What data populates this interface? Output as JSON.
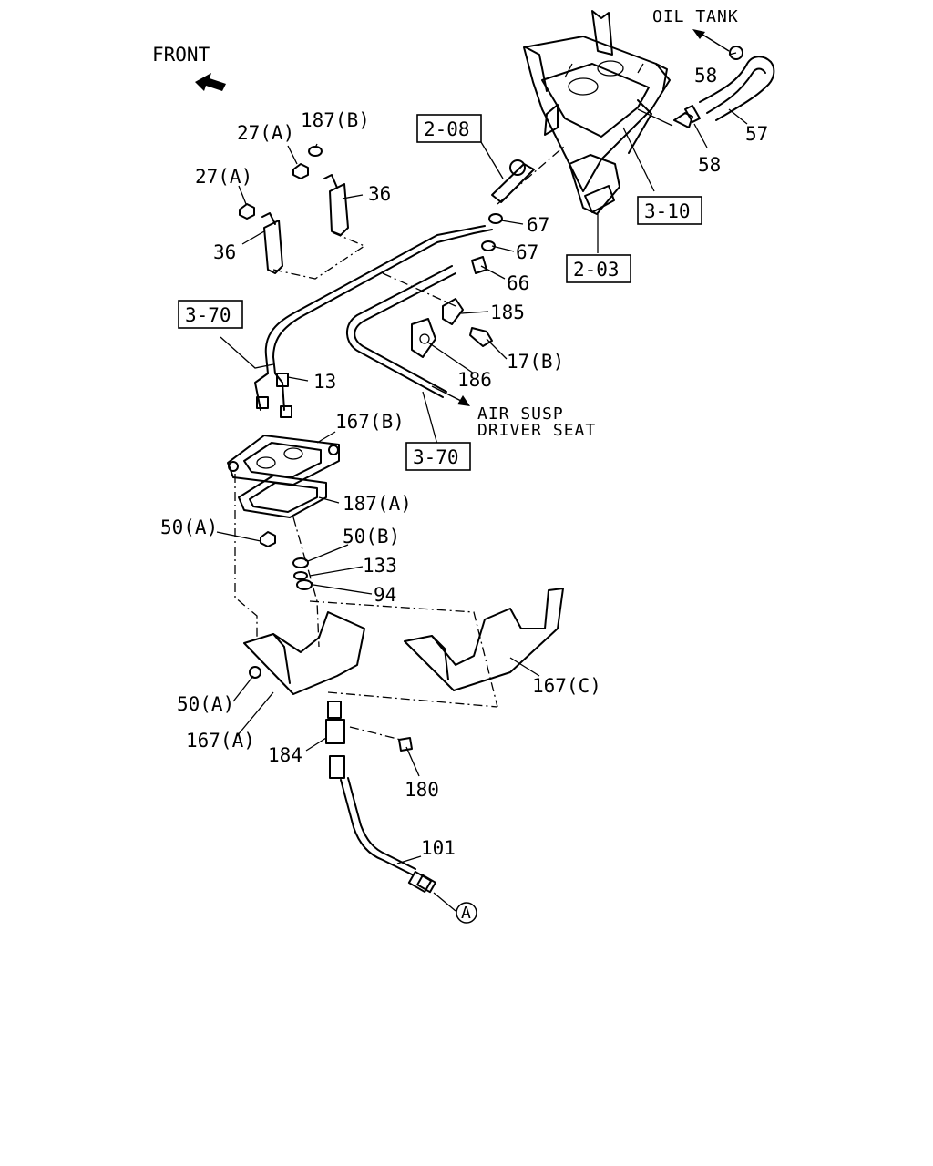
{
  "labels": {
    "front": "FRONT",
    "oil_tank": "OIL TANK",
    "air_susp_line1": "AIR SUSP",
    "air_susp_line2": "DRIVER SEAT",
    "circle_a": "A"
  },
  "refs": {
    "r_2_08": "2-08",
    "r_3_10": "3-10",
    "r_2_03": "2-03",
    "r_3_70_top": "3-70",
    "r_3_70_bottom": "3-70"
  },
  "callouts": {
    "c_58_top": "58",
    "c_57": "57",
    "c_58_bottom": "58",
    "c_27a_1": "27(A)",
    "c_187b": "187(B)",
    "c_27a_2": "27(A)",
    "c_36_right": "36",
    "c_36_left": "36",
    "c_67_1": "67",
    "c_67_2": "67",
    "c_66": "66",
    "c_185": "185",
    "c_17b": "17(B)",
    "c_13": "13",
    "c_186": "186",
    "c_167b": "167(B)",
    "c_187a": "187(A)",
    "c_50a_top": "50(A)",
    "c_50b": "50(B)",
    "c_133": "133",
    "c_94": "94",
    "c_167c": "167(C)",
    "c_50a_bottom": "50(A)",
    "c_167a": "167(A)",
    "c_184": "184",
    "c_180": "180",
    "c_101": "101"
  }
}
